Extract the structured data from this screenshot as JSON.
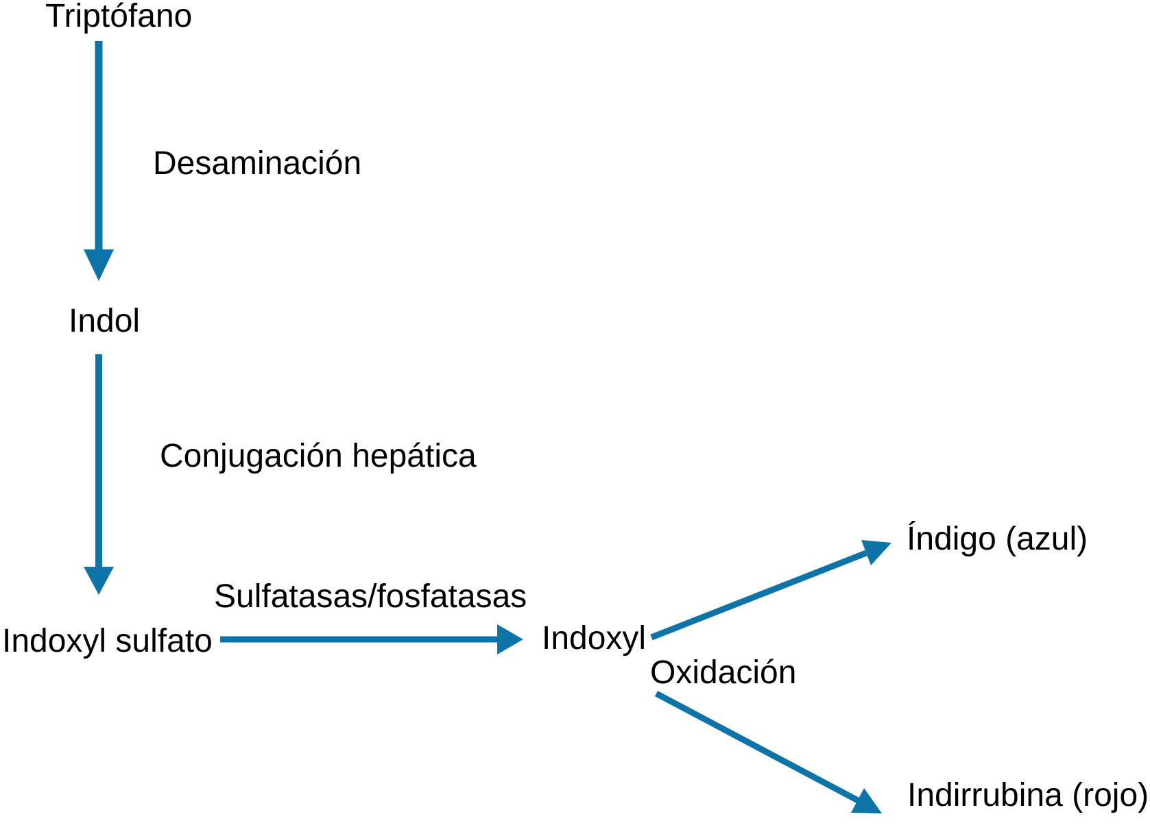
{
  "colors": {
    "arrow": "#0e73a7",
    "text": "#000000",
    "background": "#ffffff"
  },
  "nodes": {
    "triptofano": {
      "label": "Triptófano"
    },
    "indol": {
      "label": "Indol"
    },
    "indoxyl_sulfato": {
      "label": "Indoxyl sulfato"
    },
    "indoxyl": {
      "label": "Indoxyl"
    },
    "indigo": {
      "label": "Índigo (azul)"
    },
    "indirrubina": {
      "label": "Indirrubina (rojo)"
    }
  },
  "edges": {
    "desaminacion": {
      "label": "Desaminación",
      "from": "triptofano",
      "to": "indol"
    },
    "conjugacion_hepatica": {
      "label": "Conjugación hepática",
      "from": "indol",
      "to": "indoxyl_sulfato"
    },
    "sulfatasas_fosfatasas": {
      "label": "Sulfatasas/fosfatasas",
      "from": "indoxyl_sulfato",
      "to": "indoxyl"
    },
    "oxidacion": {
      "label": "Oxidación",
      "from": "indoxyl",
      "to": [
        "indigo",
        "indirrubina"
      ]
    }
  }
}
